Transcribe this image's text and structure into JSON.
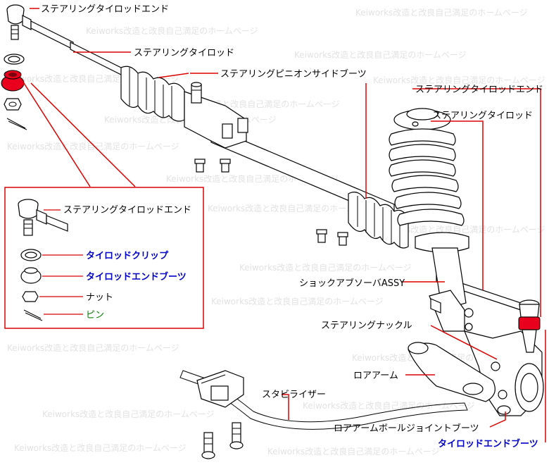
{
  "watermark": "Keiworks改造と改良自己満足のホームページ",
  "labels": {
    "tie_rod_end_top": "ステアリングタイロッドエンド",
    "tie_rod_top": "ステアリングタイロッド",
    "pinion_boot": "ステアリングピニオンサイドブーツ",
    "tie_rod_end_right": "ステアリングタイロッドエンド",
    "tie_rod_right": "ステアリングタイロッド",
    "shock_absorber": "ショックアブソーバASSY",
    "knuckle": "ステアリングナックル",
    "lower_arm": "ロアアーム",
    "stabilizer": "スタビライザー",
    "ball_joint_boot": "ロアアームボールジョイントブーツ",
    "tie_rod_end_boot_bottom": "タイロッドエンドブーツ"
  },
  "inset": {
    "items": [
      {
        "label": "ステアリングタイロッドエンド",
        "color": "black"
      },
      {
        "label": "タイロッドクリップ",
        "color": "blue"
      },
      {
        "label": "タイロッドエンドブーツ",
        "color": "blue"
      },
      {
        "label": "ナット",
        "color": "black"
      },
      {
        "label": "ピン",
        "color": "green"
      }
    ]
  },
  "colors": {
    "highlight": "#e8001c",
    "leader": "#dd0000",
    "emphasis_text": "#0000cc",
    "pin_text": "#008000",
    "watermark": "#e2e2e2"
  }
}
